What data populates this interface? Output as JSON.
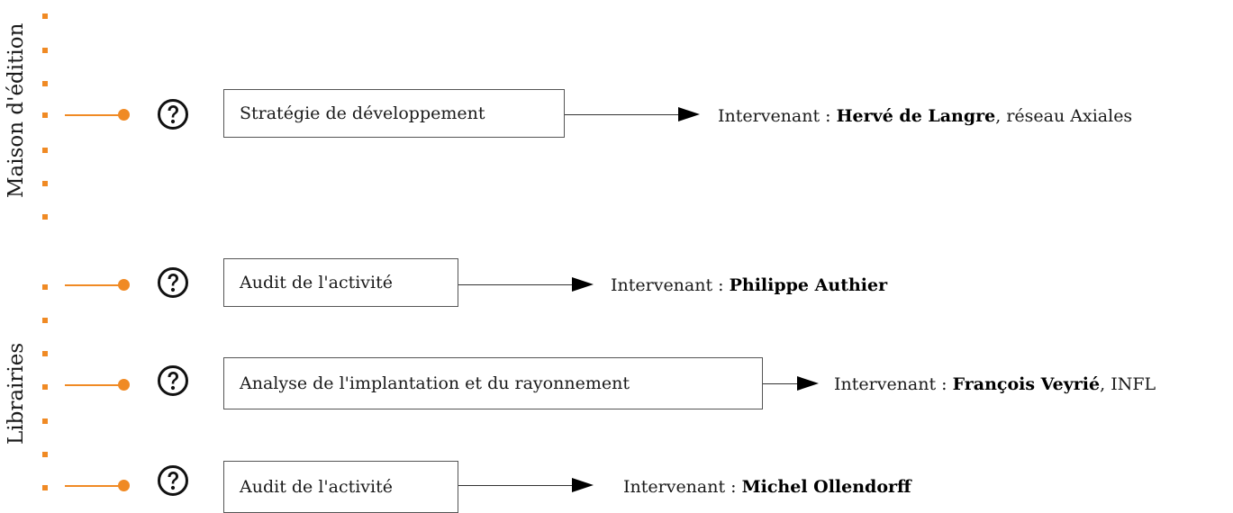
{
  "colors": {
    "accent": "#f08a24",
    "text": "#1a1a1a",
    "box_border": "#555555",
    "arrow": "#000000"
  },
  "sections": [
    {
      "label": "Maison d'édition"
    },
    {
      "label": "Librairies"
    }
  ],
  "rows": [
    {
      "icon": "question-mark-circle-icon",
      "topic": "Stratégie de développement",
      "speaker_prefix": "Intervenant : ",
      "speaker_name": "Hervé de Langre",
      "speaker_suffix": ", réseau Axiales"
    },
    {
      "icon": "question-mark-circle-icon",
      "topic": "Audit de l'activité",
      "speaker_prefix": "Intervenant : ",
      "speaker_name": "Philippe Authier",
      "speaker_suffix": ""
    },
    {
      "icon": "question-mark-circle-icon",
      "topic": "Analyse de l'implantation et du rayonnement",
      "speaker_prefix": "Intervenant : ",
      "speaker_name": "François Veyrié",
      "speaker_suffix": ", INFL"
    },
    {
      "icon": "question-mark-circle-icon",
      "topic": "Audit de l'activité",
      "speaker_prefix": "Intervenant : ",
      "speaker_name": "Michel Ollendorff",
      "speaker_suffix": ""
    }
  ]
}
